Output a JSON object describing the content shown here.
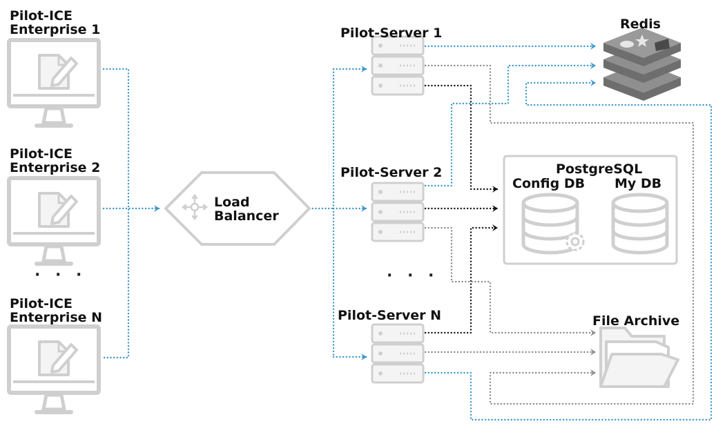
{
  "clients": [
    {
      "title": "Pilot-ICE",
      "subtitle": "Enterprise 1"
    },
    {
      "title": "Pilot-ICE",
      "subtitle": "Enterprise 2"
    },
    {
      "title": "Pilot-ICE",
      "subtitle": "Enterprise N"
    }
  ],
  "clients_ellipsis": "· · ·",
  "load_balancer": {
    "line1": "Load",
    "line2": "Balancer"
  },
  "servers": [
    {
      "label": "Pilot-Server 1"
    },
    {
      "label": "Pilot-Server 2"
    },
    {
      "label": "Pilot-Server N"
    }
  ],
  "servers_ellipsis": "· · ·",
  "redis": {
    "label": "Redis"
  },
  "postgres": {
    "title": "PostgreSQL",
    "db1": "Config DB",
    "db2": "My DB"
  },
  "file_archive": {
    "label": "File Archive"
  },
  "colors": {
    "blue_link": "#3b96cc",
    "black_link": "#111111",
    "gray_link": "#8a8a8a",
    "icon_stroke": "#cfcfcf",
    "icon_fill": "#f4f4f4",
    "redis_top": "#8f8f8f",
    "redis_side": "#6e6e6e"
  }
}
